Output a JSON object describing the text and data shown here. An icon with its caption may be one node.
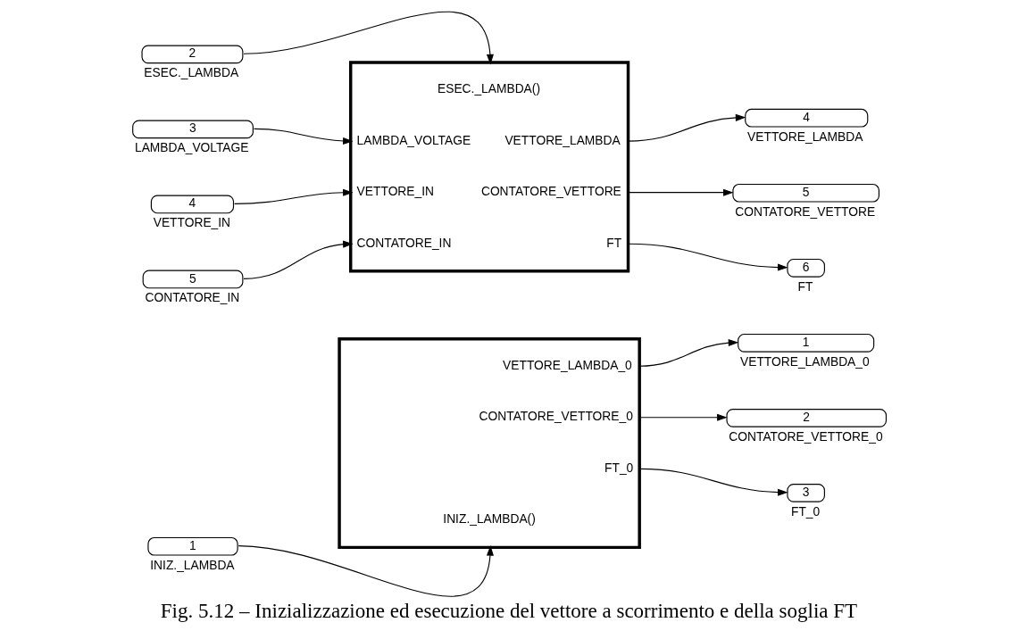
{
  "diagram": {
    "caption": "Fig. 5.12 – Inizializzazione ed esecuzione del vettore a scorrimento e della soglia FT",
    "nodes": [
      {
        "text": [
          "VETTORE_LAMBDA_0",
          "CONTATORE_VETTORE_0",
          "FT_0",
          "INIZ._LAMBDA()"
        ]
      },
      {
        "text": [
          "1"
        ],
        "beside": [
          "VETTORE_LAMBDA_0"
        ]
      },
      {
        "text": [
          "2"
        ],
        "beside": [
          "CONTATORE_VETTORE_0"
        ]
      },
      {
        "text": [
          "3"
        ],
        "beside": [
          "FT_0"
        ]
      },
      {
        "text": [
          "1"
        ],
        "beside": [
          "INIZ._LAMBDA"
        ]
      },
      {
        "text": [
          "2"
        ],
        "beside": [
          "ESEC._LAMBDA"
        ]
      },
      {
        "text": [
          "ESEC._LAMBDA()",
          "LAMBDA_VOLTAGE",
          "VETTORE_LAMBDA",
          "VETTORE_IN",
          "CONTATORE_VETTORE",
          "CONTATORE_IN",
          "FT"
        ]
      },
      {
        "text": [
          "3"
        ],
        "beside": [
          "LAMBDA_VOLTAGE"
        ]
      },
      {
        "text": [
          "4"
        ],
        "beside": [
          "VETTORE_LAMBDA"
        ]
      },
      {
        "text": [
          "4"
        ],
        "beside": [
          "VETTORE_IN"
        ]
      },
      {
        "text": [
          "5"
        ],
        "beside": [
          "CONTATORE_VETTORE"
        ]
      },
      {
        "text": [
          "5"
        ],
        "beside": [
          "CONTATORE_IN"
        ]
      },
      {
        "text": [
          "6"
        ],
        "beside": [
          "FT"
        ]
      }
    ],
    "edges": [
      {
        "from": 0,
        "to": 1,
        "arrow": "to"
      },
      {
        "from": 0,
        "to": 2,
        "arrow": "to"
      },
      {
        "from": 0,
        "to": 3,
        "arrow": "to"
      },
      {
        "from": 4,
        "to": 0,
        "arrow": "to"
      },
      {
        "from": 5,
        "to": 6,
        "arrow": "to"
      },
      {
        "from": 7,
        "to": 6,
        "arrow": "to"
      },
      {
        "from": 6,
        "to": 8,
        "arrow": "to"
      },
      {
        "from": 9,
        "to": 6,
        "arrow": "to"
      },
      {
        "from": 6,
        "to": 10,
        "arrow": "to"
      },
      {
        "from": 11,
        "to": 6,
        "arrow": "to"
      },
      {
        "from": 6,
        "to": 12,
        "arrow": "to"
      }
    ]
  }
}
